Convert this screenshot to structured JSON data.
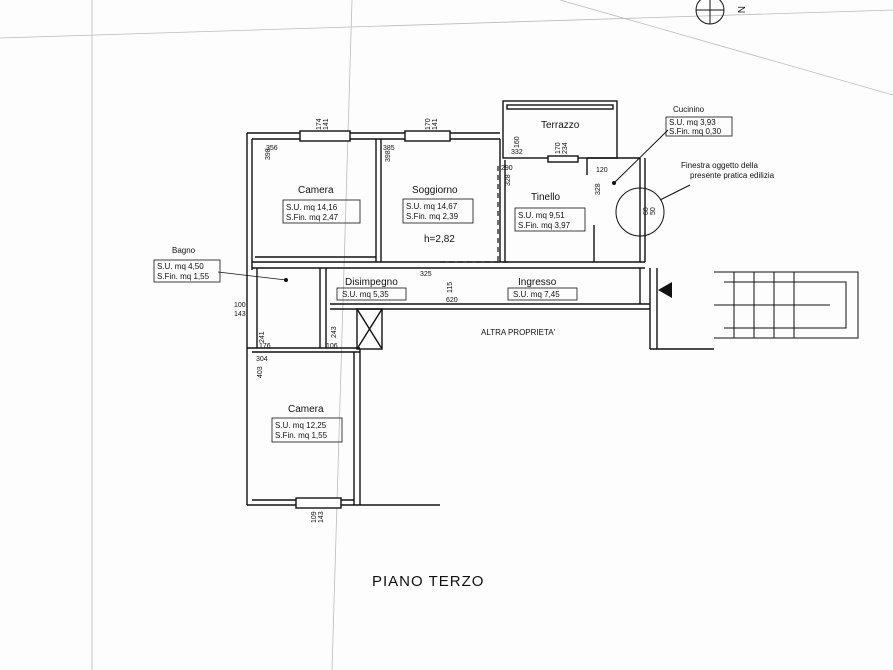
{
  "plan": {
    "title": "PIANO TERZO",
    "north": "N",
    "other_property": "ALTRA PROPRIETA'",
    "ceiling_height": "h=2,82",
    "callout": {
      "line1": "Finestra oggetto della",
      "line2": "presente pratica edilizia"
    }
  },
  "rooms": {
    "camera1": {
      "name": "Camera",
      "su": "S.U.  mq  14,16",
      "sfin": "S.Fin.  mq  2,47"
    },
    "soggiorno": {
      "name": "Soggiorno",
      "su": "S.U.  mq  14,67",
      "sfin": "S.Fin.  mq  2,39"
    },
    "tinello": {
      "name": "Tinello",
      "su": "S.U.  mq  9,51",
      "sfin": "S.Fin.  mq  3,97"
    },
    "cucinino": {
      "name": "Cucinino",
      "su": "S.U.  mq  3,93",
      "sfin": "S.Fin.  mq  0,30"
    },
    "terrazzo": {
      "name": "Terrazzo"
    },
    "bagno": {
      "name": "Bagno",
      "su": "S.U.  mq  4,50",
      "sfin": "S.Fin.  mq  1,55"
    },
    "disimpegno": {
      "name": "Disimpegno",
      "su": "S.U.  mq  5,35"
    },
    "ingresso": {
      "name": "Ingresso",
      "su": "S.U.  mq  7,45"
    },
    "camera2": {
      "name": "Camera",
      "su": "S.U.  mq  12,25",
      "sfin": "S.Fin.  mq  1,55"
    }
  },
  "dims": {
    "d356": "356",
    "d398a": "398",
    "d385": "385",
    "d398b": "398",
    "d160": "160",
    "d332": "332",
    "d290": "290",
    "d328a": "328",
    "d120": "120",
    "d328b": "328",
    "d325": "325",
    "d115": "115",
    "d620": "620",
    "d100": "100",
    "d143a": "143",
    "d241": "241",
    "d176": "176",
    "d243": "243",
    "d106": "106",
    "d304": "304",
    "d403": "403",
    "d174": "174",
    "d141a": "141",
    "d170": "170",
    "d141b": "141",
    "d170b": "170",
    "d234": "234",
    "d60": "60",
    "d50": "50",
    "d109": "109",
    "d143b": "143"
  }
}
